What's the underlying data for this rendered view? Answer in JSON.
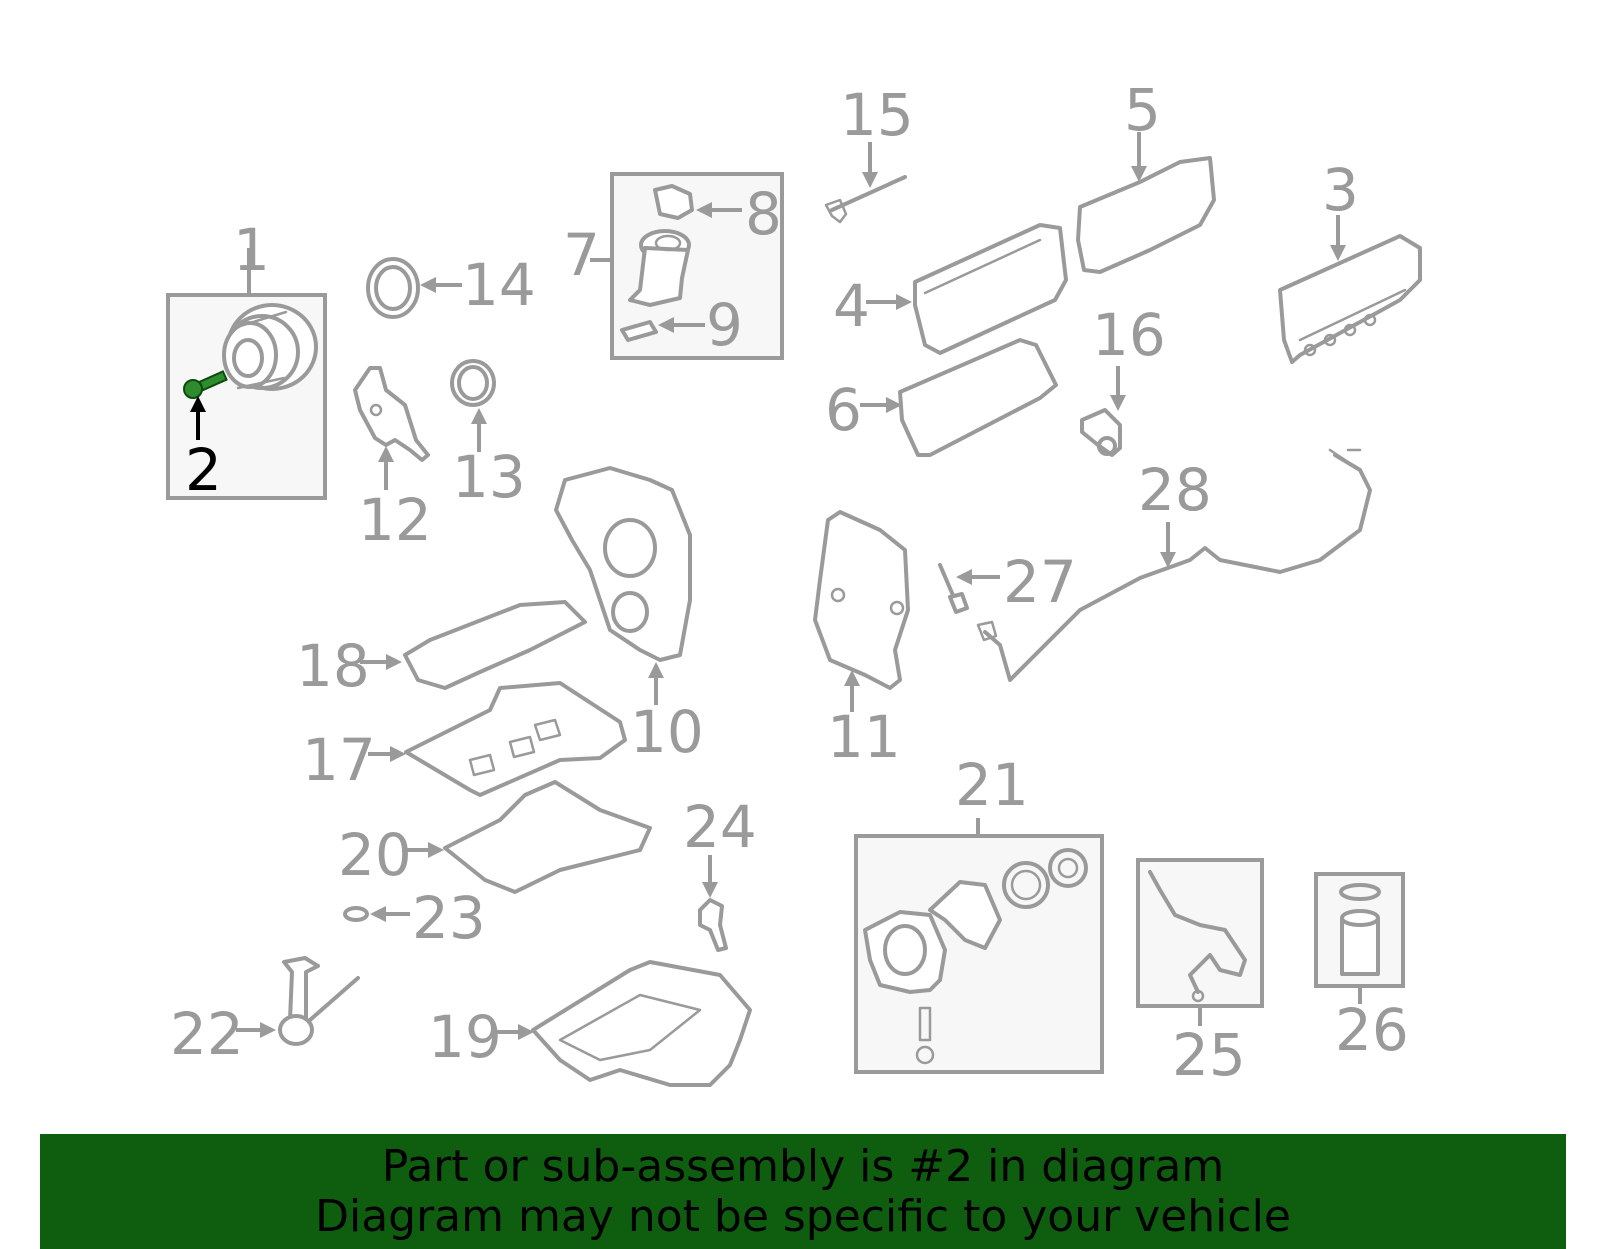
{
  "highlight_color": "#2e8b2e",
  "banner_color": "#0f5e0f",
  "callouts": {
    "c1": "1",
    "c2": "2",
    "c3": "3",
    "c4": "4",
    "c5": "5",
    "c6": "6",
    "c7": "7",
    "c8": "8",
    "c9": "9",
    "c10": "10",
    "c11": "11",
    "c12": "12",
    "c13": "13",
    "c14": "14",
    "c15": "15",
    "c16": "16",
    "c17": "17",
    "c18": "18",
    "c19": "19",
    "c20": "20",
    "c21": "21",
    "c22": "22",
    "c23": "23",
    "c24": "24",
    "c25": "25",
    "c26": "26",
    "c27": "27",
    "c28": "28"
  },
  "selected_part": "2",
  "banner": {
    "line1": "Part or sub-assembly is #2 in diagram",
    "line2": "Diagram may not be specific to your vehicle"
  }
}
